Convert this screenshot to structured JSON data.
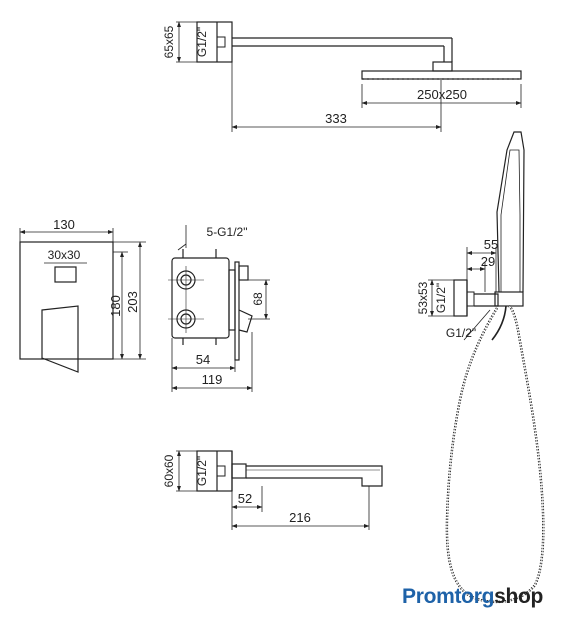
{
  "shower_arm": {
    "height": "65x65",
    "thread": "G1/2\"",
    "head_size": "250x250",
    "length": "333"
  },
  "mixer_plate": {
    "width": "130",
    "handle": "30x30",
    "height_inner": "180",
    "height_outer": "203"
  },
  "valve_body": {
    "outlets": "5-G1/2\"",
    "spacing": "68",
    "depth": "54",
    "total_depth": "119"
  },
  "hand_shower": {
    "outer": "55",
    "inner": "29",
    "plate": "53x53",
    "thread_v": "G1/2\"",
    "thread_h": "G1/2\""
  },
  "spout": {
    "height": "60x60",
    "thread": "G1/2\"",
    "depth": "52",
    "length": "216"
  },
  "brand": {
    "part1": "Promtorg",
    "part2": "shop",
    "accent_color": "#1e62a8"
  }
}
